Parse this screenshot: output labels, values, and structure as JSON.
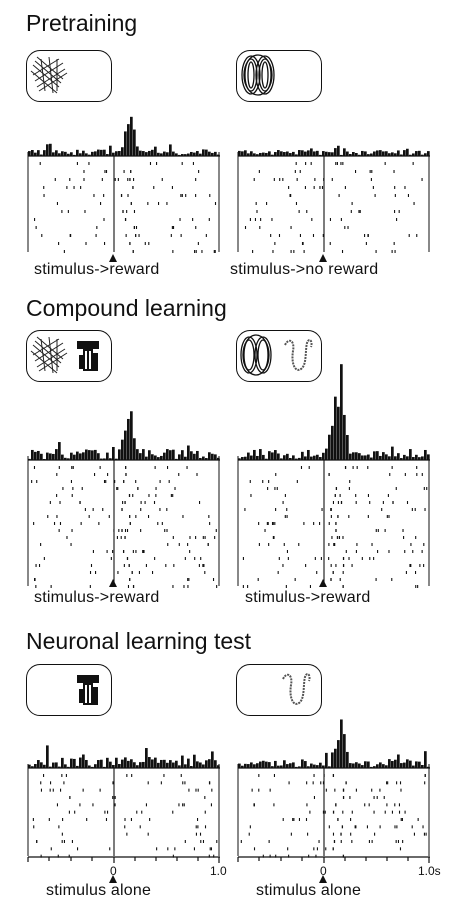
{
  "sections": [
    {
      "title": "Pretraining",
      "panels": [
        {
          "icon": "grid-lines-stimulus-icon",
          "caption": "stimulus->reward"
        },
        {
          "icon": "dark-ovals-stimulus-icon",
          "caption": "stimulus->no reward"
        }
      ]
    },
    {
      "title": "Compound learning",
      "panels": [
        {
          "icon": "grid-lines-and-block-stimulus-icon",
          "caption": "stimulus->reward"
        },
        {
          "icon": "dark-ovals-and-squiggle-stimulus-icon",
          "caption": "stimulus->reward"
        }
      ]
    },
    {
      "title": "Neuronal learning test",
      "panels": [
        {
          "icon": "block-stimulus-icon",
          "caption": "stimulus alone"
        },
        {
          "icon": "squiggle-stimulus-icon",
          "caption": "stimulus alone"
        }
      ]
    }
  ],
  "chart_data": {
    "type": "histogram and raster",
    "x_axis": {
      "ticks": [
        0,
        1.0
      ],
      "tick_labels": [
        "0",
        "1.0",
        "0",
        "1.0s"
      ],
      "unit": "s"
    },
    "event_marker": "stimulus onset at 0",
    "panels": [
      {
        "section": "Pretraining",
        "caption": "stimulus->reward",
        "response": "phasic activation after stimulus"
      },
      {
        "section": "Pretraining",
        "caption": "stimulus->no reward",
        "response": "no response"
      },
      {
        "section": "Compound learning",
        "caption": "stimulus->reward",
        "response": "phasic activation after stimulus"
      },
      {
        "section": "Compound learning",
        "caption": "stimulus->reward",
        "response": "phasic activation after stimulus"
      },
      {
        "section": "Neuronal learning test",
        "caption": "stimulus alone",
        "response": "no response"
      },
      {
        "section": "Neuronal learning test",
        "caption": "stimulus alone",
        "response": "phasic activation after stimulus"
      }
    ]
  }
}
